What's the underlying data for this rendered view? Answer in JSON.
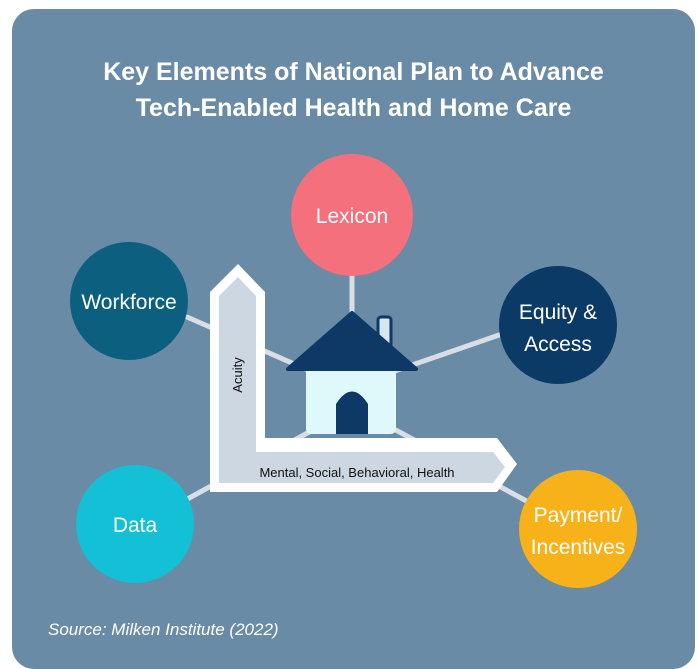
{
  "title": {
    "line1": "Key Elements of National Plan to Advance",
    "line2": "Tech-Enabled Health and Home Care"
  },
  "nodes": {
    "lexicon": {
      "label": "Lexicon",
      "color": "#f4707c"
    },
    "workforce": {
      "label": "Workforce",
      "color": "#0c5f7e"
    },
    "equity": {
      "line1": "Equity &",
      "line2": "Access",
      "color": "#0b3a66"
    },
    "data": {
      "label": "Data",
      "color": "#13c0d5"
    },
    "payment": {
      "line1": "Payment/",
      "line2": "Incentives",
      "color": "#f7b21a"
    }
  },
  "axes": {
    "vertical_label": "Acuity",
    "horizontal_label": "Mental, Social, Behavioral, Health"
  },
  "house": {
    "icon": "house-icon",
    "roof_color": "#0e3866",
    "wall_color": "#dff9fb"
  },
  "source": "Source: Milken Institute (2022)"
}
